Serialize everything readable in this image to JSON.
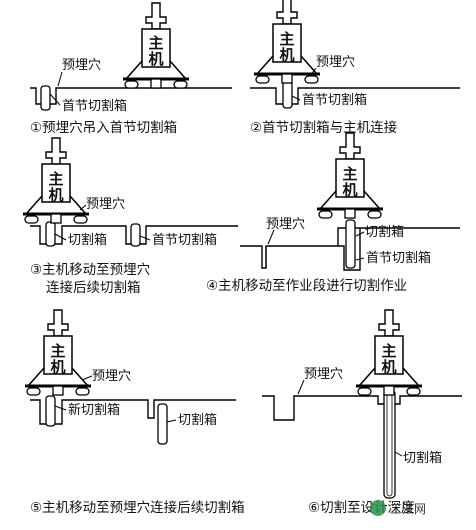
{
  "steps": [
    {
      "caption": "①预埋穴吊入首节切割箱",
      "labels": {
        "pocket": "预埋穴",
        "first_box": "首节切割箱"
      }
    },
    {
      "caption": "②首节切割箱与主机连接",
      "labels": {
        "pocket": "预埋穴",
        "first_box": "首节切割箱"
      }
    },
    {
      "caption_lines": [
        "③主机移动至预埋穴",
        "连接后续切割箱"
      ],
      "labels": {
        "pocket": "预埋穴",
        "cut_box": "切割箱",
        "first_box": "首节切割箱"
      }
    },
    {
      "caption": "④主机移动至作业段进行切割作业",
      "labels": {
        "pocket": "预埋穴",
        "cut_box": "切割箱",
        "first_box": "首节切割箱"
      }
    },
    {
      "caption": "⑤主机移动至预埋穴连接后续切割箱",
      "labels": {
        "pocket": "预埋穴",
        "new_box": "新切割箱",
        "cut_box": "切割箱"
      }
    },
    {
      "caption": "⑥切割至设计深度",
      "labels": {
        "pocket": "预埋穴",
        "cut_box": "切割箱"
      }
    }
  ],
  "machine_label": [
    "主",
    "机"
  ],
  "watermark": "工法网"
}
